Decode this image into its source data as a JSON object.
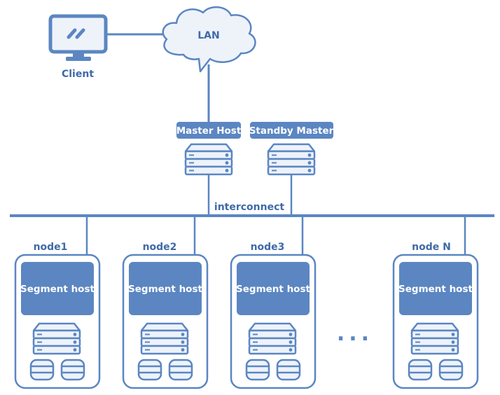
{
  "client": {
    "label": "Client",
    "icon": "monitor-icon"
  },
  "lan": {
    "label": "LAN",
    "icon": "cloud-icon"
  },
  "master": {
    "label": "Master Host",
    "icon": "server-icon"
  },
  "standby": {
    "label": "Standby Master",
    "icon": "server-icon"
  },
  "interconnect": {
    "label": "interconnect"
  },
  "nodes": [
    {
      "label": "node1",
      "segment_label": "Segment host"
    },
    {
      "label": "node2",
      "segment_label": "Segment host"
    },
    {
      "label": "node3",
      "segment_label": "Segment host"
    },
    {
      "label": "node N",
      "segment_label": "Segment host"
    }
  ],
  "ellipsis": "...",
  "colors": {
    "accent": "#5b86c2",
    "label": "#3f6aa8",
    "pale_fill": "#eef3fa"
  }
}
